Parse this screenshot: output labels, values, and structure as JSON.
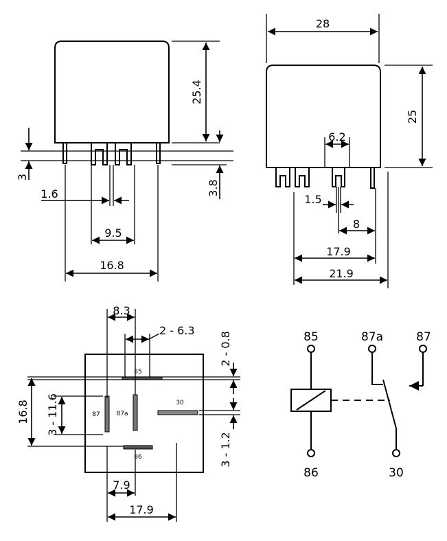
{
  "side_view": {
    "dim_height": "25.4",
    "dim_pin_length": "3",
    "dim_pin_width": "1.6",
    "dim_pin_spacing": "9.5",
    "dim_outer": "16.8",
    "dim_stub": "3.8"
  },
  "front_view": {
    "dim_width": "28",
    "dim_height": "25",
    "dim_tab": "6.2",
    "dim_pin": "1.5",
    "dim_pin_offset": "8",
    "dim_span_a": "17.9",
    "dim_span_b": "21.9"
  },
  "bottom_view": {
    "dim_top_left": "8.3",
    "dim_tab_width": "2 - 6.3",
    "dim_tab_thickness": "2 - 0.8",
    "dim_height": "16.8",
    "dim_pin_len": "3 - 11.6",
    "dim_pin_thick": "3 - 1.2",
    "dim_bottom_left": "7.9",
    "dim_bottom_span": "17.9",
    "pin_85": "85",
    "pin_86": "86",
    "pin_87": "87",
    "pin_87a": "87a",
    "pin_30": "30"
  },
  "schematic": {
    "term_85": "85",
    "term_87a": "87a",
    "term_87": "87",
    "term_86": "86",
    "term_30": "30"
  }
}
